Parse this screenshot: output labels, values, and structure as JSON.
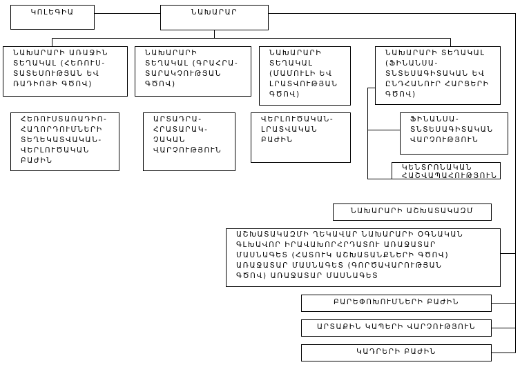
{
  "title": "Նախարարության կառուցվածք",
  "collegium": "ԿՈԼԵԳԻԱ",
  "minister": "ՆԱԽԱՐԱՐ",
  "deputies": [
    "ՆԱԽԱՐԱՐԻ ԱՌԱՋԻՆ\nՏԵՂԱԿԱԼ (ՀԵՌՈՒՍ-\nՏԱՏԵՍՈՒԹՅԱՆ ԵՎ\nՌԱԴԻՈՅԻ ԳԾՈՎ)",
    "ՆԱԽԱՐԱՐԻ\nՏԵՂԱԿԱԼ (ԳՐԱՀՐԱ-\nՏԱՐԱԿՉՈՒԹՅԱՆ\nԳԾՈՎ)",
    "ՆԱԽԱՐԱՐԻ\nՏԵՂԱԿԱԼ\n(ՄԱՄՈՒԼԻ ԵՎ\nԼՐԱՏՎՈՒԹՅԱՆ\nԳԾՈՎ)",
    "ՆԱԽԱՐԱՐԻ ՏԵՂԱԿԱԼ\n(ՖԻՆԱՆՍԱ-\nՏՆՏԵՍԱԳԻՏԱԿԱՆ ԵՎ\nԸՆԴՀԱՆՈՒՐ ՀԱՐՑԵՐԻ\nԳԾՈՎ)"
  ],
  "units": [
    "ՀԵՌՈՒՍՏԱՌԱԴԻՈ-\nՀԱՂՈՐԴՈՒՄՆԵՐԻ\nՏԵՂԵԿԱՏՎԱԿԱՆ-\nՎԵՐԼՈՒԾԱԿԱՆ\nԲԱԺԻՆ",
    "ԱՐՏԱԴՐԱ-\nՀՐԱՏԱՐԱԿ-\nՉԱԿԱՆ\nՎԱՐՉՈՒԹՅՈՒՆ",
    "ՎԵՐԼՈՒԾԱԿԱՆ-\nԼՐԱՏՎԱԿԱՆ\nԲԱԺԻՆ",
    "ՖԻՆԱՆՍԱ-\nՏՆՏԵՍԱԳԻՏԱԿԱՆ\nՎԱՐՉՈՒԹՅՈՒՆ",
    "ԿԵՆՏՐՈՆԱԿԱՆ\nՀԱՇՎԱՊԱՀՈՒԹՅՈՒՆ"
  ],
  "staff_title": "ՆԱԽԱՐԱՐԻ ԱՇԽԱՏԱԿԱԶՄ",
  "staff_members": "ԱՇԽԱՏԱԿԱԶՄԻ ՂԵԿԱՎԱՐ ՆԱԽԱՐԱՐԻ ՕԳՆԱԿԱՆ\nԳԼԽԱՎՈՐ ԻՐԱՎԱԽՈՐՀՐԴԱՏՈՒ ԱՌԱՋԱՏԱՐ\nՄԱՍՆԱԳԵՏ (ՀԱՏՈՒԿ ԱՇԽԱՏԱՆՔՆԵՐԻ ԳԾՈՎ)\nԱՌԱՋԱՏԱՐ ՄԱՍՆԱԳԵՏ (ԳՈՐԾԱՎԱՐՈՒԹՅԱՆ\nԳԾՈՎ) ԱՌԱՋԱՏԱՐ ՄԱՍՆԱԳԵՏ",
  "direct_units": [
    "ԲԱՐԵՓՈԽՈՒՄՆԵՐԻ ԲԱԺԻՆ",
    "ԱՐՏԱՔԻՆ ԿԱՊԵՐԻ ՎԱՐՉՈՒԹՅՈՒՆ",
    "ԿԱԴՐԵՐԻ ԲԱԺԻՆ"
  ]
}
